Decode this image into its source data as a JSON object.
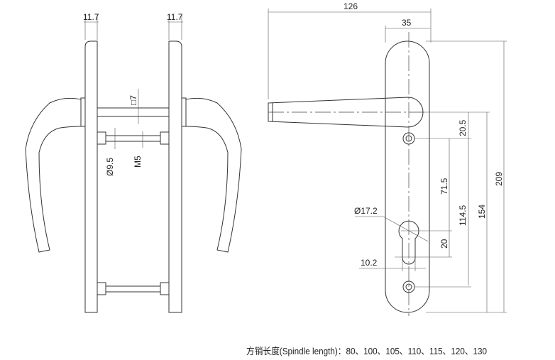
{
  "side_view": {
    "plate_thickness_left": "11.7",
    "plate_thickness_right": "11.7",
    "spindle_square": "□7",
    "screw_hole": "Ø9.5",
    "screw_thread": "M5"
  },
  "front_view": {
    "handle_length": "126",
    "plate_width": "35",
    "plate_height": "209",
    "handle_to_lower_screw": "154",
    "screw_spacing": "114.5",
    "handle_to_upper_screw": "20.5",
    "upper_screw_to_cylinder": "71.5",
    "cylinder_center_to_bottom": "20",
    "cylinder_diameter": "Ø17.2",
    "cylinder_slot_width": "10.2"
  },
  "caption": "方销长度(Spindle length)：80、100、105、110、115、120、130"
}
